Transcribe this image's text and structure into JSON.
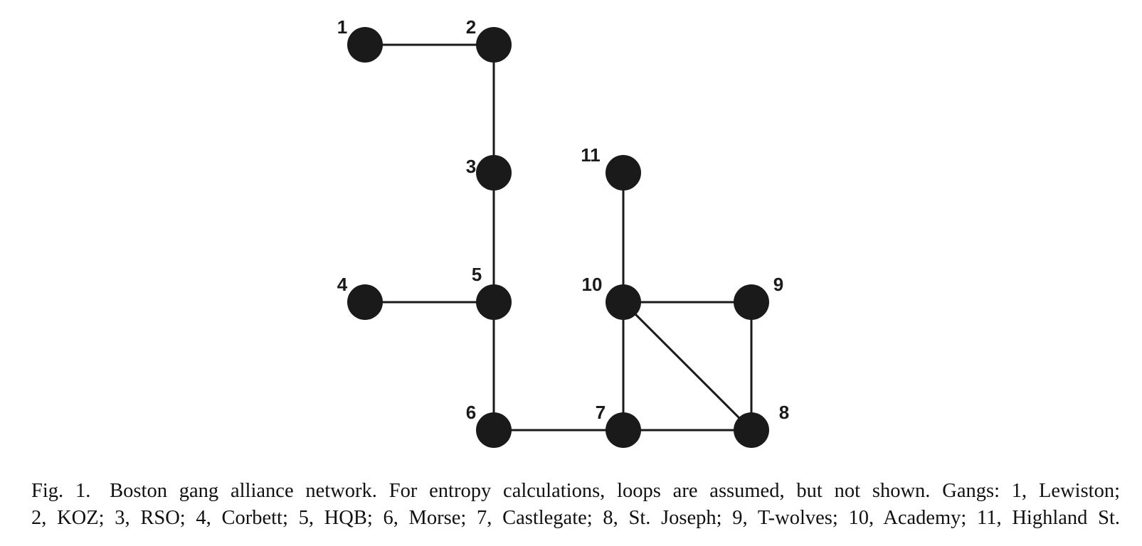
{
  "diagram": {
    "nodes": [
      {
        "id": 1,
        "label": "1"
      },
      {
        "id": 2,
        "label": "2"
      },
      {
        "id": 3,
        "label": "3"
      },
      {
        "id": 4,
        "label": "4"
      },
      {
        "id": 5,
        "label": "5"
      },
      {
        "id": 6,
        "label": "6"
      },
      {
        "id": 7,
        "label": "7"
      },
      {
        "id": 8,
        "label": "8"
      },
      {
        "id": 9,
        "label": "9"
      },
      {
        "id": 10,
        "label": "10"
      },
      {
        "id": 11,
        "label": "11"
      }
    ],
    "edges": [
      [
        1,
        2
      ],
      [
        2,
        3
      ],
      [
        3,
        5
      ],
      [
        4,
        5
      ],
      [
        5,
        6
      ],
      [
        6,
        7
      ],
      [
        7,
        8
      ],
      [
        7,
        10
      ],
      [
        10,
        8
      ],
      [
        10,
        9
      ],
      [
        9,
        8
      ],
      [
        10,
        11
      ]
    ]
  },
  "caption": {
    "fig_number": "Fig. 1.",
    "line1": "Boston gang alliance network. For entropy calculations, loops are assumed, but not shown. Gangs: 1, Lewiston;",
    "line2": "2, KOZ; 3, RSO; 4, Corbett; 5, HQB; 6, Morse; 7, Castlegate; 8, St. Joseph; 9, T-wolves; 10, Academy; 11, Highland St."
  }
}
